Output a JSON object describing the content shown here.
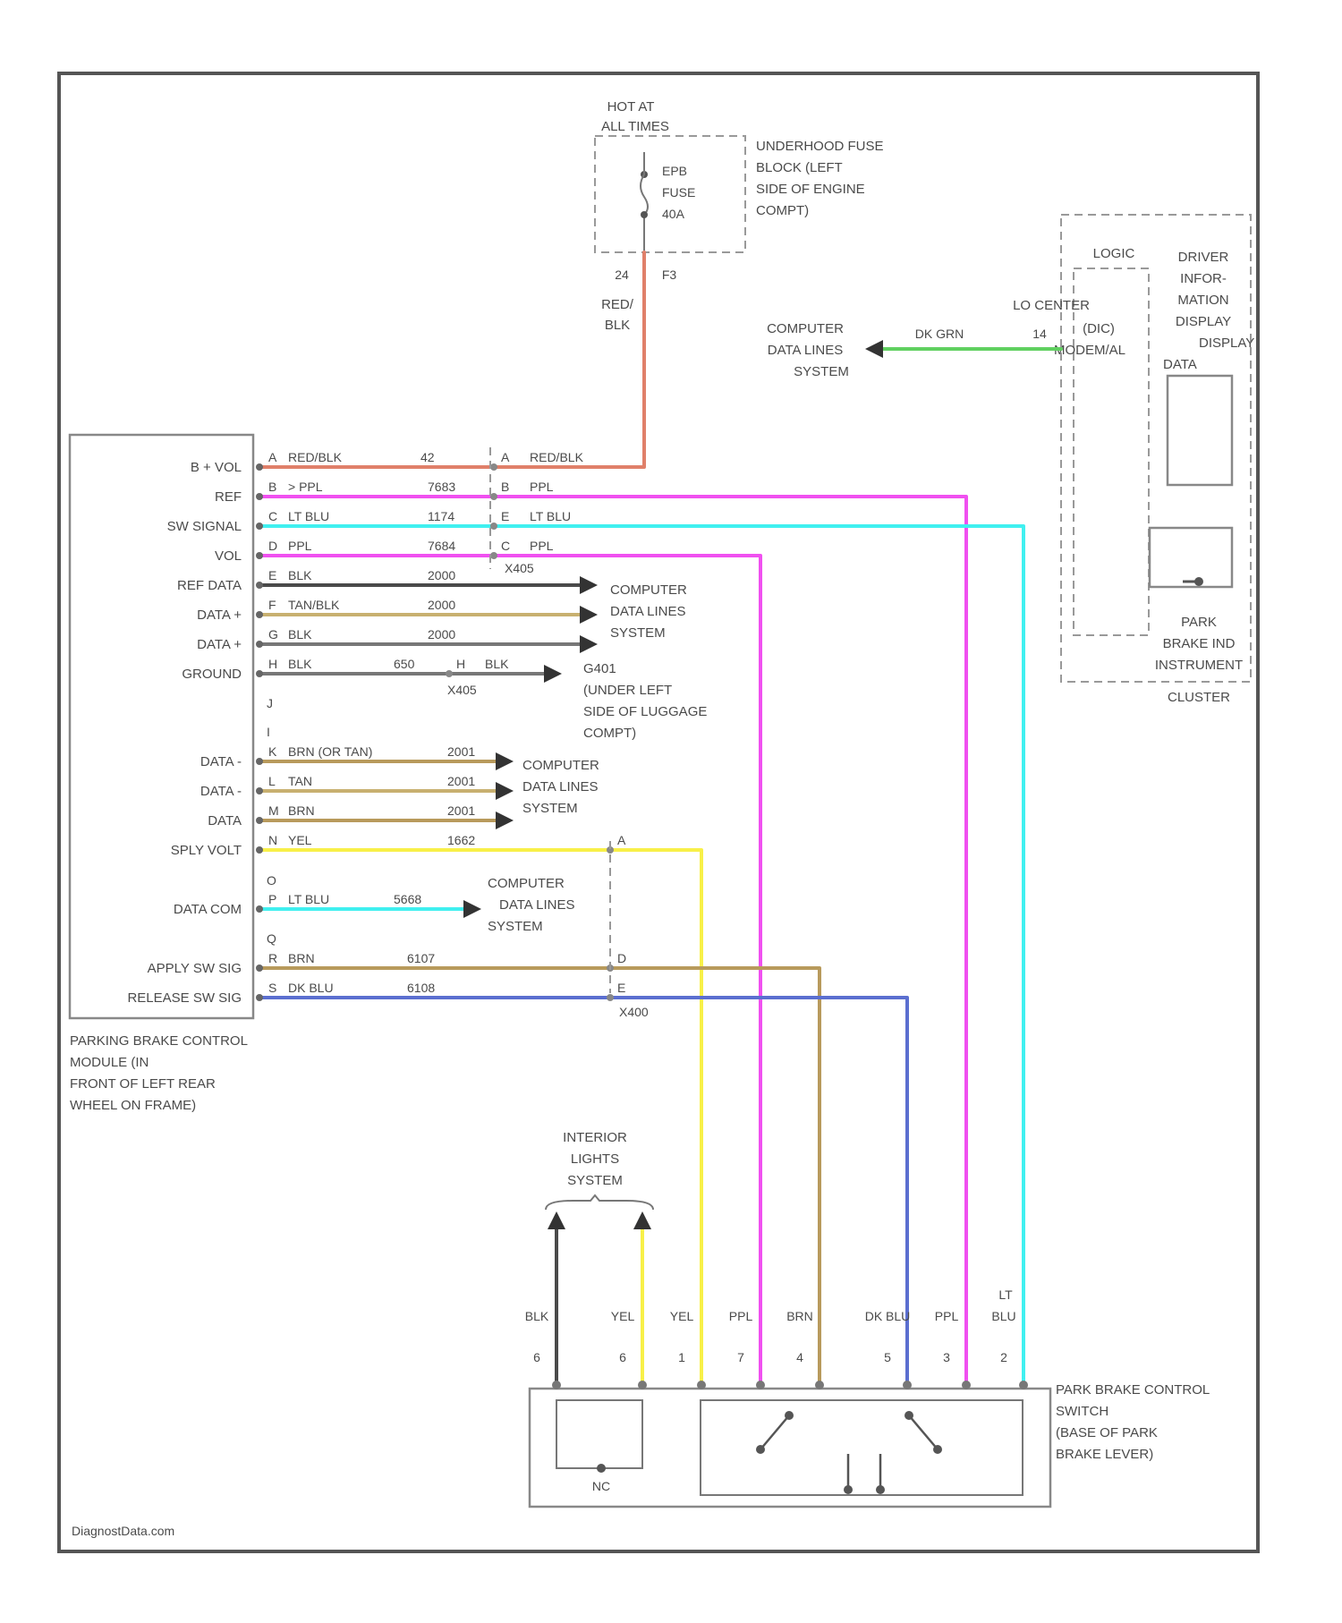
{
  "power": {
    "hot": [
      "HOT AT",
      "ALL TIMES"
    ],
    "fuse": [
      "EPB",
      "FUSE",
      "40A"
    ],
    "fuse_box": [
      "UNDERHOOD FUSE",
      "BLOCK (LEFT",
      "SIDE OF ENGINE",
      "COMPT)"
    ],
    "pin_left": "24",
    "pin_right": "F3",
    "wire_color": [
      "RED/",
      "BLK"
    ]
  },
  "cluster": {
    "logic": "LOGIC",
    "driver_info": [
      "DRIVER",
      "INFOR-",
      "MATION",
      "DISPLAY"
    ],
    "center": [
      "LO CENTER",
      "(DIC)",
      "MODEM/AL"
    ],
    "display": "DISPLAY",
    "data": "DATA",
    "park_brake": [
      "PARK",
      "BRAKE IND"
    ],
    "cluster_label": [
      "INSTRUMENT",
      "CLUSTER"
    ],
    "pin": "14",
    "wire": "DK GRN",
    "computer": [
      "COMPUTER",
      "DATA LINES",
      "SYSTEM"
    ]
  },
  "module": {
    "pins": [
      {
        "label": "B + VOL",
        "pin": "A",
        "color": "RED/BLK",
        "circuit": "42",
        "conn_pin": "A",
        "conn_color": "RED/BLK"
      },
      {
        "label": "REF",
        "pin": "B",
        "color": "> PPL",
        "circuit": "7683",
        "conn_pin": "B",
        "conn_color": "PPL"
      },
      {
        "label": "SW SIGNAL",
        "pin": "C",
        "color": "LT BLU",
        "circuit": "1174",
        "conn_pin": "E",
        "conn_color": "LT BLU"
      },
      {
        "label": "VOL",
        "pin": "D",
        "color": "PPL",
        "circuit": "7684",
        "conn_pin": "C",
        "conn_color": "PPL"
      },
      {
        "label": "REF DATA",
        "pin": "E",
        "color": "BLK",
        "circuit": "2000",
        "conn_pin": "",
        "conn_color": ""
      },
      {
        "label": "DATA +",
        "pin": "F",
        "color": "TAN/BLK",
        "circuit": "2000",
        "conn_pin": "",
        "conn_color": ""
      },
      {
        "label": "DATA +",
        "pin": "G",
        "color": "BLK",
        "circuit": "2000",
        "conn_pin": "",
        "conn_color": ""
      },
      {
        "label": "GROUND",
        "pin": "H",
        "color": "BLK",
        "circuit": "650",
        "conn_pin": "H",
        "conn_color": "BLK"
      },
      {
        "label": "DATA -",
        "pin": "K",
        "color": "BRN (OR TAN)",
        "circuit": "2001",
        "conn_pin": "",
        "conn_color": ""
      },
      {
        "label": "DATA -",
        "pin": "L",
        "color": "TAN",
        "circuit": "2001",
        "conn_pin": "",
        "conn_color": ""
      },
      {
        "label": "DATA",
        "pin": "M",
        "color": "BRN",
        "circuit": "2001",
        "conn_pin": "",
        "conn_color": ""
      },
      {
        "label": "SPLY VOLT",
        "pin": "N",
        "color": "YEL",
        "circuit": "1662",
        "conn_pin": "A",
        "conn_color": ""
      },
      {
        "label": "DATA COM",
        "pin": "P",
        "color": "LT BLU",
        "circuit": "5668",
        "conn_pin": "",
        "conn_color": ""
      },
      {
        "label": "APPLY SW SIG",
        "pin": "R",
        "color": "BRN",
        "circuit": "6107",
        "conn_pin": "D",
        "conn_color": ""
      },
      {
        "label": "RELEASE SW SIG",
        "pin": "S",
        "color": "DK BLU",
        "circuit": "6108",
        "conn_pin": "E",
        "conn_color": ""
      }
    ],
    "empty_pins": [
      "J",
      "I",
      "O",
      "Q"
    ],
    "connector_top": "X405",
    "connector_mid": "X405",
    "connector_bottom": "X400",
    "ground_name": [
      "G401",
      "(UNDER LEFT",
      "SIDE OF LUGGAGE",
      "COMPT)"
    ],
    "name": [
      "PARKING BRAKE CONTROL",
      "MODULE (IN",
      "FRONT OF LEFT REAR",
      "WHEEL ON FRAME)"
    ]
  },
  "computer_label": [
    "COMPUTER",
    "DATA LINES",
    "SYSTEM"
  ],
  "interior": [
    "INTERIOR",
    "LIGHTS",
    "SYSTEM"
  ],
  "switch": {
    "wires": [
      {
        "color": "BLK",
        "pin": "6"
      },
      {
        "color": "YEL",
        "pin": "6"
      },
      {
        "color": "YEL",
        "pin": "1"
      },
      {
        "color": "PPL",
        "pin": "7"
      },
      {
        "color": "BRN",
        "pin": "4"
      },
      {
        "color": "DK BLU",
        "pin": "5"
      },
      {
        "color": "PPL",
        "pin": "3"
      },
      {
        "color": "LT BLU",
        "pin": "2"
      }
    ],
    "lamp": "NC",
    "name": [
      "PARK BRAKE CONTROL",
      "SWITCH",
      "(BASE OF PARK",
      "BRAKE LEVER)"
    ]
  },
  "footer": "DiagnostData.com",
  "colors": {
    "red": "#e0806a",
    "pink": "#f050f0",
    "cyan": "#40f0f0",
    "green": "#60d060",
    "black": "#4a4a4a",
    "tan": "#c8b070",
    "gray": "#777777",
    "yellow": "#f8f048",
    "brown": "#b89a5c",
    "blue": "#5b6fd0"
  }
}
